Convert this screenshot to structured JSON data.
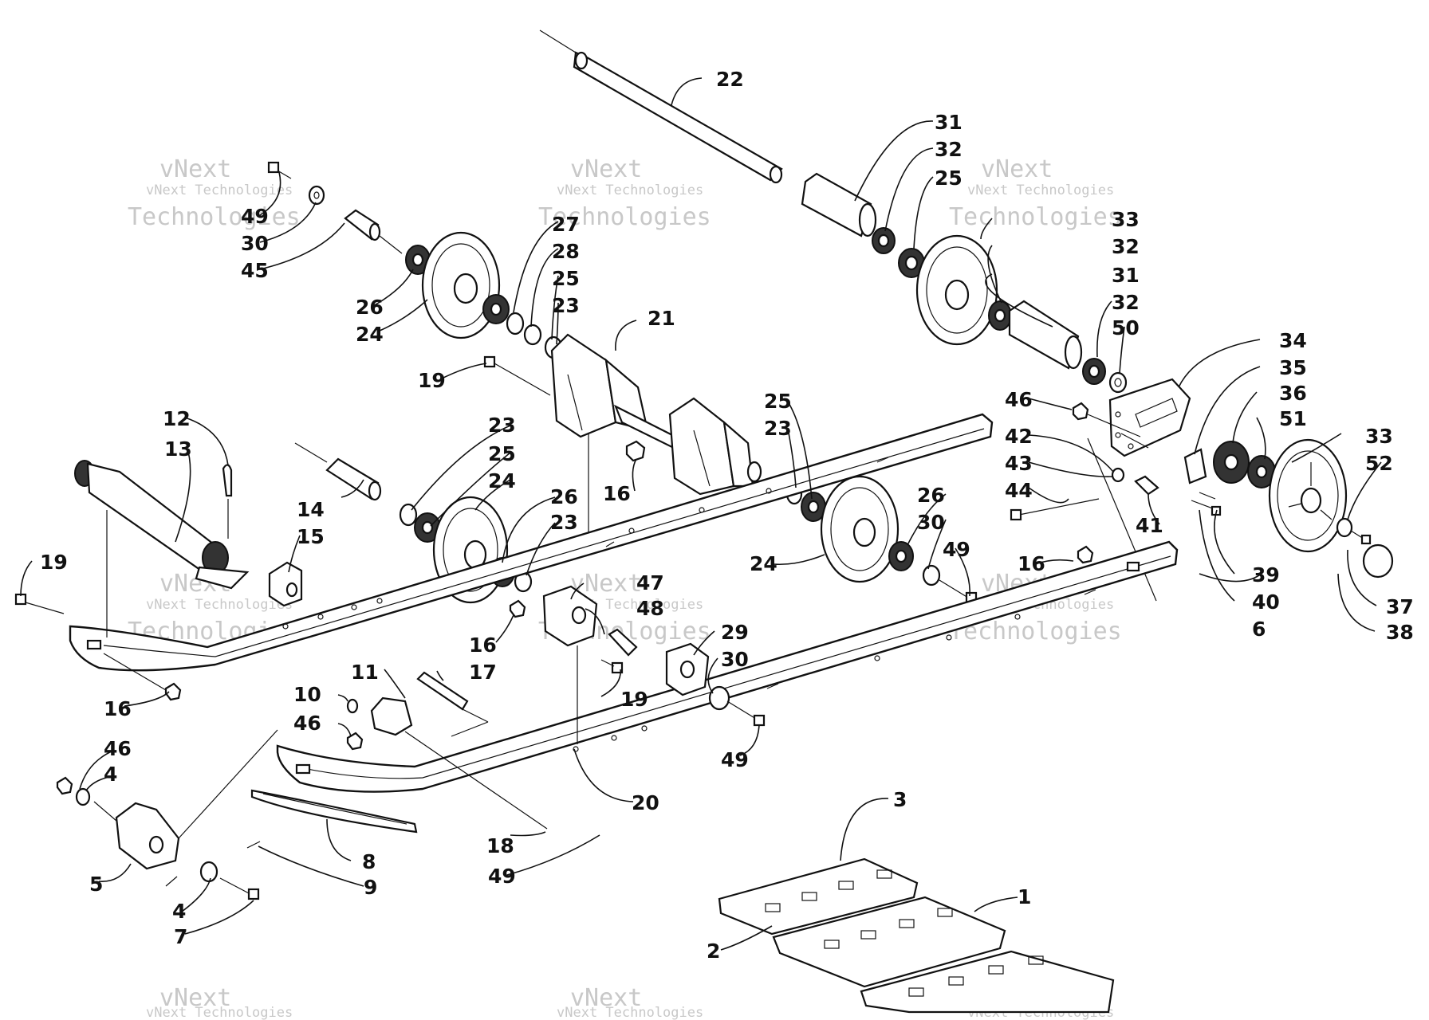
{
  "watermark": {
    "line1": "vNext",
    "line2": "vNext Technologies",
    "line3": "Technologies"
  },
  "callouts": {
    "c1": "1",
    "c2": "2",
    "c3": "3",
    "c4a": "4",
    "c4b": "4",
    "c5": "5",
    "c6": "6",
    "c7": "7",
    "c8": "8",
    "c9": "9",
    "c10": "10",
    "c11": "11",
    "c12": "12",
    "c13": "13",
    "c14": "14",
    "c15": "15",
    "c16a": "16",
    "c16b": "16",
    "c16c": "16",
    "c16d": "16",
    "c17": "17",
    "c18": "18",
    "c19a": "19",
    "c19b": "19",
    "c19c": "19",
    "c20": "20",
    "c21": "21",
    "c22": "22",
    "c23a": "23",
    "c23b": "23",
    "c23c": "23",
    "c23d": "23",
    "c24a": "24",
    "c24b": "24",
    "c24c": "24",
    "c25a": "25",
    "c25b": "25",
    "c25c": "25",
    "c25d": "25",
    "c26a": "26",
    "c26b": "26",
    "c26c": "26",
    "c27": "27",
    "c28": "28",
    "c29": "29",
    "c30a": "30",
    "c30b": "30",
    "c30c": "30",
    "c31a": "31",
    "c31b": "31",
    "c32a": "32",
    "c32b": "32",
    "c32c": "32",
    "c33a": "33",
    "c33b": "33",
    "c34": "34",
    "c35": "35",
    "c36": "36",
    "c37": "37",
    "c38": "38",
    "c39": "39",
    "c40": "40",
    "c41": "41",
    "c42": "42",
    "c43": "43",
    "c44": "44",
    "c45": "45",
    "c46a": "46",
    "c46b": "46",
    "c46c": "46",
    "c47": "47",
    "c48": "48",
    "c49a": "49",
    "c49b": "49",
    "c49c": "49",
    "c49d": "49",
    "c50": "50",
    "c51": "51",
    "c52": "52"
  }
}
